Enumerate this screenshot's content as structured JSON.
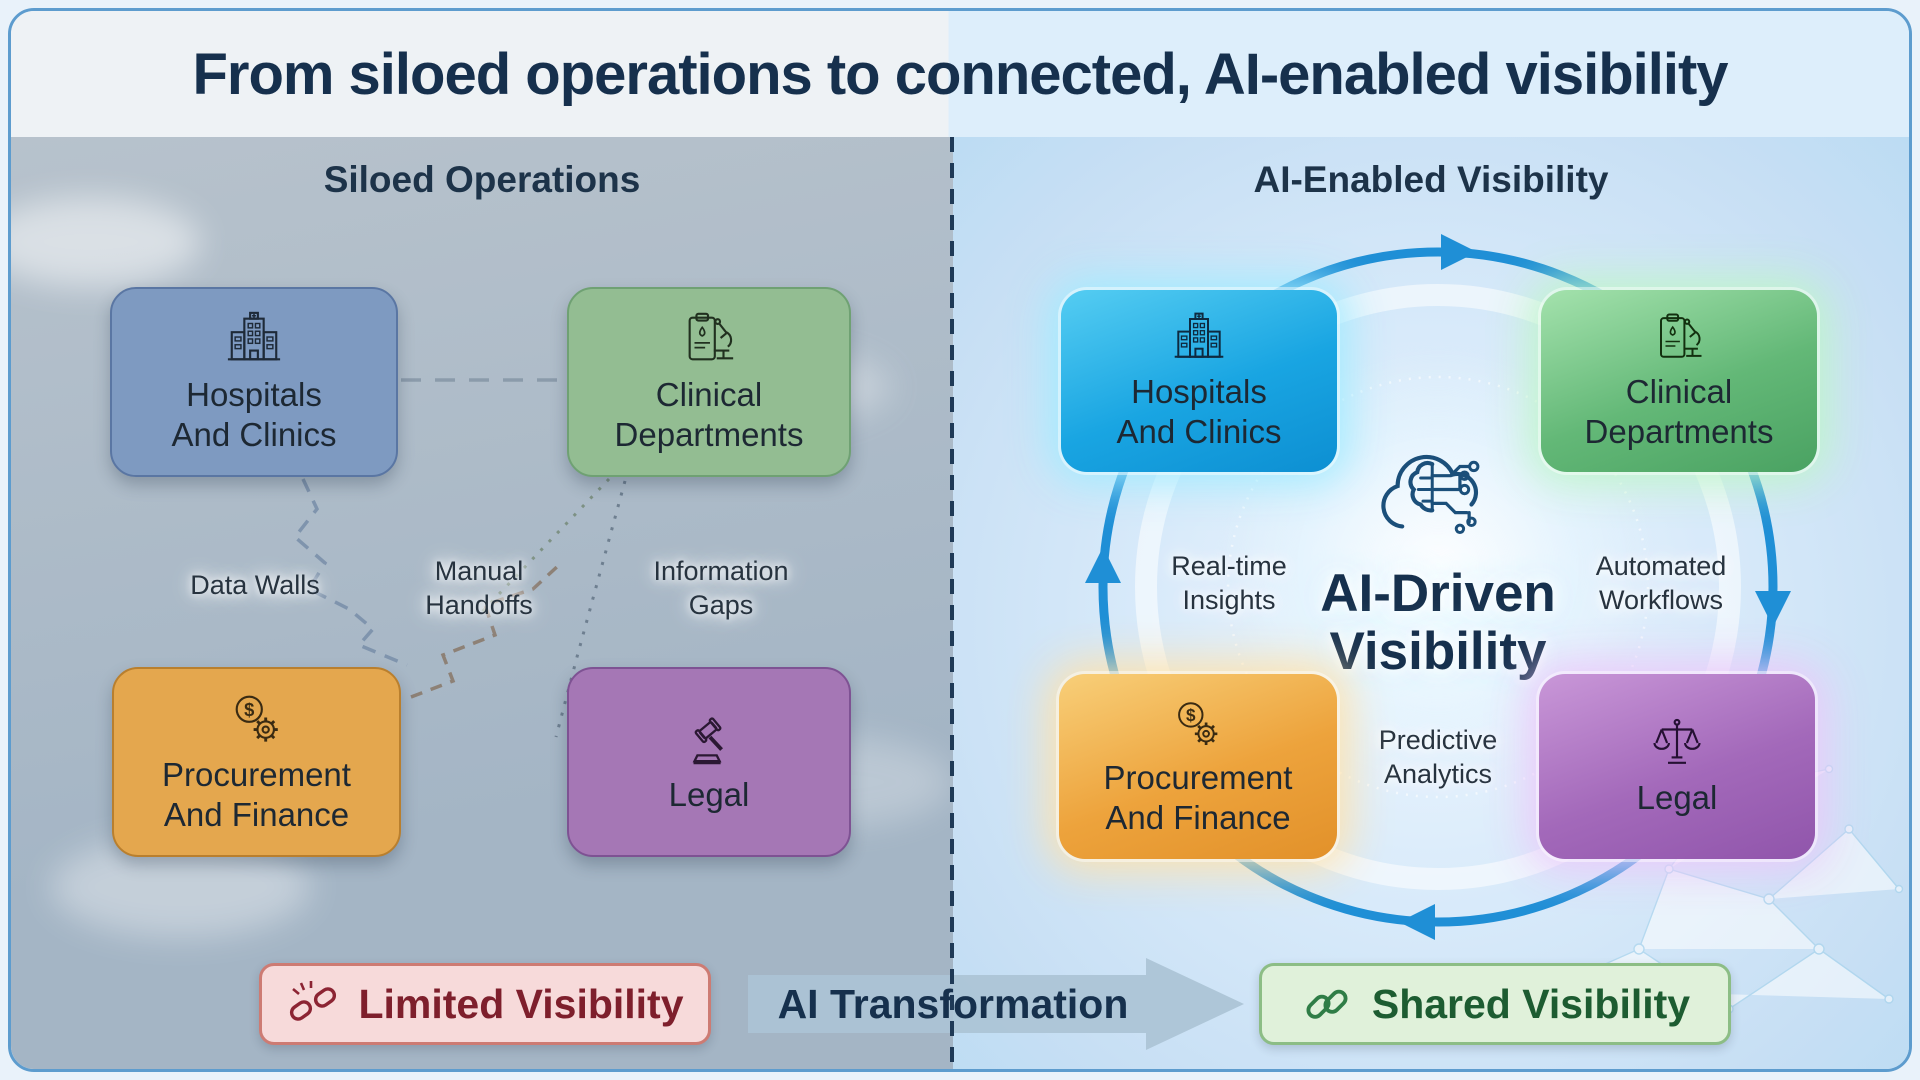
{
  "title": "From siloed operations to connected, AI-enabled visibility",
  "left_panel": {
    "header": "Siloed Operations",
    "boxes": {
      "hospitals": {
        "label": "Hospitals\nAnd Clinics"
      },
      "clinical": {
        "label": "Clinical\nDepartments"
      },
      "procurement": {
        "label": "Procurement\nAnd Finance"
      },
      "legal": {
        "label": "Legal"
      }
    },
    "labels": {
      "data_walls": "Data Walls",
      "manual_handoffs": "Manual\nHandoffs",
      "information_gaps": "Information\nGaps"
    },
    "badge": {
      "label": "Limited Visibility"
    }
  },
  "transformation": {
    "label": "AI Transformation"
  },
  "right_panel": {
    "header": "AI-Enabled Visibility",
    "center": {
      "label": "AI-Driven\nVisibility"
    },
    "boxes": {
      "hospitals": {
        "label": "Hospitals\nAnd Clinics"
      },
      "clinical": {
        "label": "Clinical\nDepartments"
      },
      "procurement": {
        "label": "Procurement\nAnd Finance"
      },
      "legal": {
        "label": "Legal"
      }
    },
    "labels": {
      "real_time": "Real-time\nInsights",
      "automated": "Automated\nWorkflows",
      "predictive": "Predictive\nAnalytics"
    },
    "badge": {
      "label": "Shared Visibility"
    }
  },
  "colors": {
    "title_navy": "#16304d",
    "hospitals_muted": "#7e9ac1",
    "clinical_muted": "#93bd92",
    "procurement_muted": "#e4a74e",
    "legal_muted": "#a577b5",
    "hospitals_bright": "#19a5e2",
    "clinical_bright": "#63b877",
    "procurement_bright": "#eda33c",
    "legal_bright": "#a369ba",
    "flow_arrow_blue": "#1f8fd6",
    "limited_red": "#7e1f2c",
    "shared_green": "#1d5c31"
  }
}
